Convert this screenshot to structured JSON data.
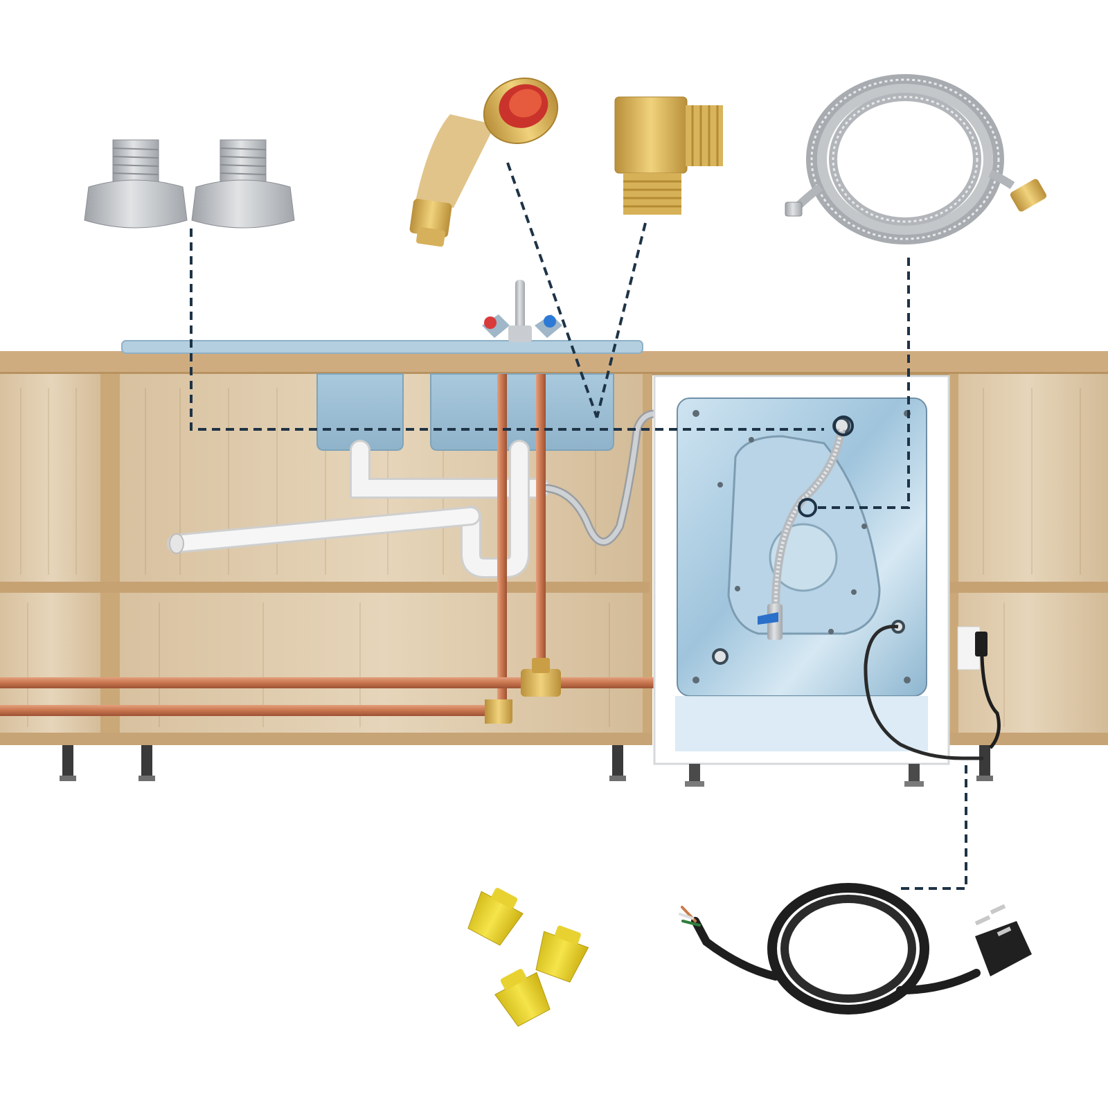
{
  "colors": {
    "background": "#ffffff",
    "cabinet_wood": "#d9c4a3",
    "cabinet_edge": "#c8a67c",
    "copper": "#c8754e",
    "brass": "#d9b25a",
    "steel": "#b9bcc0",
    "drain_pvc": "#f2f2f2",
    "dishwasher_panel": "#bcd8ea",
    "leader_line": "#1e3346",
    "wire_nut_yellow": "#f0dc3a",
    "power_cord": "#1e1e1e"
  },
  "components": [
    {
      "id": "steel-hose-adapters",
      "icon": "threaded-adapter-icon",
      "count": 2,
      "material": "stainless-steel"
    },
    {
      "id": "garden-hose-elbow",
      "icon": "garden-hose-elbow-icon",
      "count": 1,
      "material": "brass"
    },
    {
      "id": "dishwasher-90-elbow",
      "icon": "brass-90-elbow-icon",
      "count": 1,
      "material": "brass"
    },
    {
      "id": "braided-supply-hose",
      "icon": "braided-hose-icon",
      "count": 1,
      "material": "stainless-steel"
    },
    {
      "id": "wire-nuts",
      "icon": "wire-nut-icon",
      "count": 3,
      "material": "plastic"
    },
    {
      "id": "power-cord",
      "icon": "three-prong-plug-icon",
      "count": 1,
      "material": "rubber"
    }
  ],
  "scene": {
    "sink": {
      "icon": "double-basin-sink-icon",
      "basins": 2
    },
    "faucet": {
      "icon": "faucet-icon",
      "handles": 2
    },
    "dishwasher": {
      "icon": "dishwasher-icon"
    },
    "shutoff_valve": {
      "icon": "ball-valve-icon"
    },
    "outlet": {
      "icon": "wall-outlet-icon"
    }
  }
}
